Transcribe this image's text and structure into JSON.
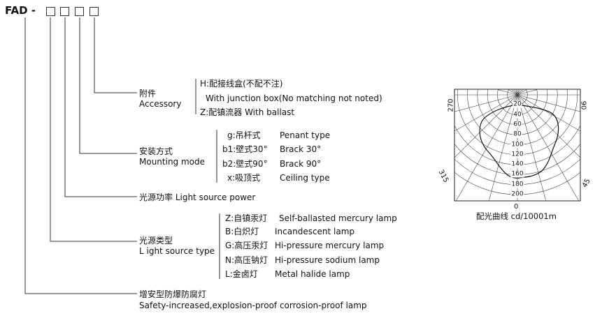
{
  "model": {
    "prefix": "FAD -"
  },
  "accessory": {
    "label_cn": "附件",
    "label_en": "Accessory",
    "options": [
      "H:配接线盒(不配不注)",
      "With junction box(No matching not noted)",
      "Z:配镇流器 With ballast"
    ]
  },
  "mounting": {
    "label_cn": "安装方式",
    "label_en": "Mounting mode",
    "options": [
      {
        "code": "g:吊杆式",
        "en": "Penant  type"
      },
      {
        "code": "b1:壁式30°",
        "en": "Brack  30°"
      },
      {
        "code": "b2:壁式90°",
        "en": "Brack  90°"
      },
      {
        "code": "x:吸顶式",
        "en": "Ceiling  type"
      }
    ]
  },
  "power": {
    "label": "光源功率 Light source power"
  },
  "light_type": {
    "label_cn": "光源类型",
    "label_en": "L ight source type",
    "options": [
      {
        "code": "Z:自镇汞灯",
        "en": "Self-ballasted mercury lamp"
      },
      {
        "code": "B:白炽灯",
        "en": "Incandescent lamp"
      },
      {
        "code": "G:高压汞灯",
        "en": "Hi-pressure mercury lamp"
      },
      {
        "code": "N:高压钠灯",
        "en": "Hi-pressure sodium lamp"
      },
      {
        "code": "L:金卤灯",
        "en": "Metal halide lamp"
      }
    ]
  },
  "safety": {
    "label_cn": "增安型防爆防腐灯",
    "label_en": "Safety-increased,explosion-proof corrosion-proof lamp"
  },
  "polar": {
    "caption": "配光曲线 cd/10001m",
    "angles": {
      "top_left": "270",
      "top_right": "90",
      "bottom_left": "315",
      "bottom_right": "45",
      "bottom": "0"
    },
    "radial_ticks": [
      "20",
      "40",
      "60",
      "80",
      "100",
      "120",
      "140",
      "160",
      "180",
      "200"
    ]
  }
}
